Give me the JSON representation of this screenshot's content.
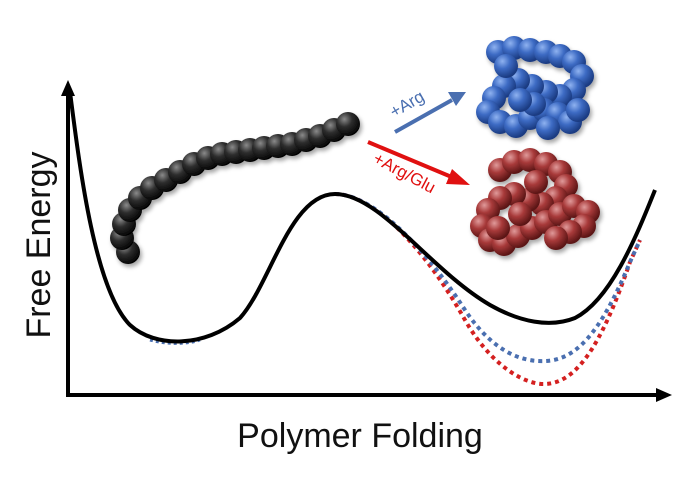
{
  "axes": {
    "y_label": "Free Energy",
    "x_label": "Polymer Folding"
  },
  "arrows": {
    "arg": {
      "label": "+Arg",
      "color": "#4a6fb0"
    },
    "arg_glu": {
      "label": "+Arg/Glu",
      "color": "#e01010"
    }
  },
  "curves": {
    "baseline": {
      "color": "#000000",
      "style": "solid"
    },
    "arg": {
      "color": "#4a6fb0",
      "style": "dotted"
    },
    "arg_glu": {
      "color": "#d42020",
      "style": "dotted"
    }
  },
  "polymers": {
    "unfolded": {
      "color": "#2a2a2a"
    },
    "folded_arg": {
      "color": "#3d6bc4"
    },
    "folded_arg_glu": {
      "color": "#a83a3a"
    }
  }
}
